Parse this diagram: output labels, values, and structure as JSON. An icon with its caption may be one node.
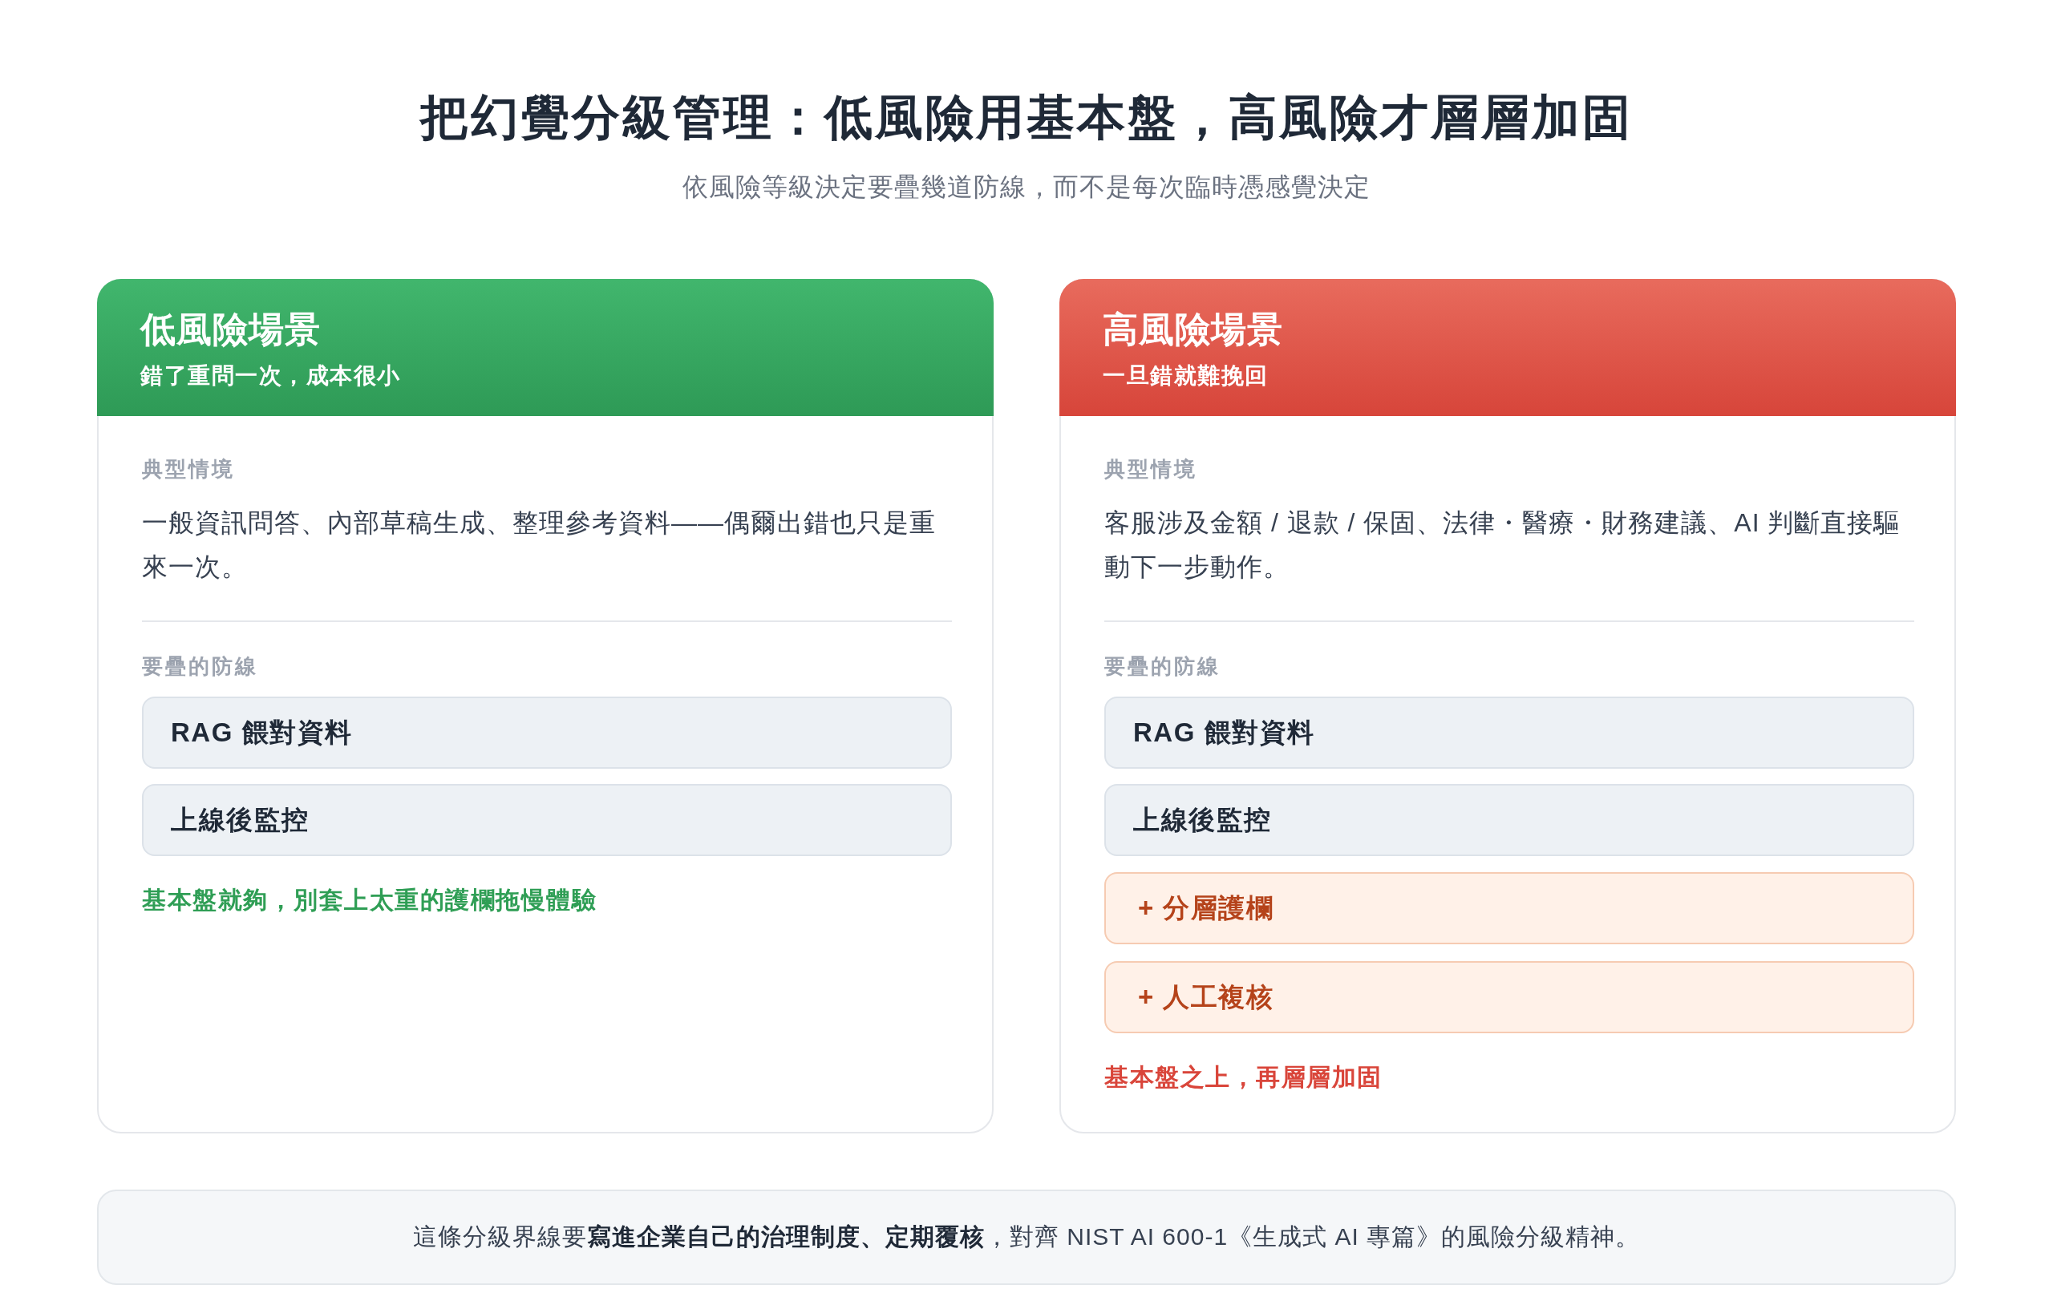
{
  "diagram": {
    "title": "把幻覺分級管理：低風險用基本盤，高風險才層層加固",
    "nodes": [
      {
        "text": [
          "典型情境",
          "一般資訊問答、內部草稿生成、整理參考資料——偶爾出錯也只是重來一次。",
          "要疊的防線",
          "基本盤就夠，別套上太重的護欄拖慢體驗"
        ]
      },
      {
        "text": [
          "低風險場景",
          "錯了重問一次，成本很小"
        ],
        "in": 0
      },
      {
        "text": [
          "RAG 餵對資料"
        ],
        "in": 0
      },
      {
        "text": [
          "上線後監控"
        ],
        "in": 0
      },
      {
        "text": [
          "典型情境",
          "客服涉及金額 / 退款 / 保固、法律・醫療・財務建議、AI 判斷直接驅動下一步動作。",
          "要疊的防線",
          "基本盤之上，再層層加固"
        ]
      },
      {
        "text": [
          "高風險場景",
          "一旦錯就難挽回"
        ],
        "in": 4
      },
      {
        "text": [
          "RAG 餵對資料"
        ],
        "in": 4
      },
      {
        "text": [
          "上線後監控"
        ],
        "in": 4
      },
      {
        "text": [
          "+ 分層護欄"
        ],
        "in": 4
      },
      {
        "text": [
          "+ 人工複核"
        ],
        "in": 4
      },
      {
        "text": [
          "這條分級界線要**寫進企業自己的治理制度、定期覆核**，對齊 NIST AI 600-1《生成式 AI 專篇》的風險分級精神。"
        ]
      }
    ],
    "labels": [
      "依風險等級決定要疊幾道防線，而不是每次臨時憑感覺決定"
    ]
  }
}
